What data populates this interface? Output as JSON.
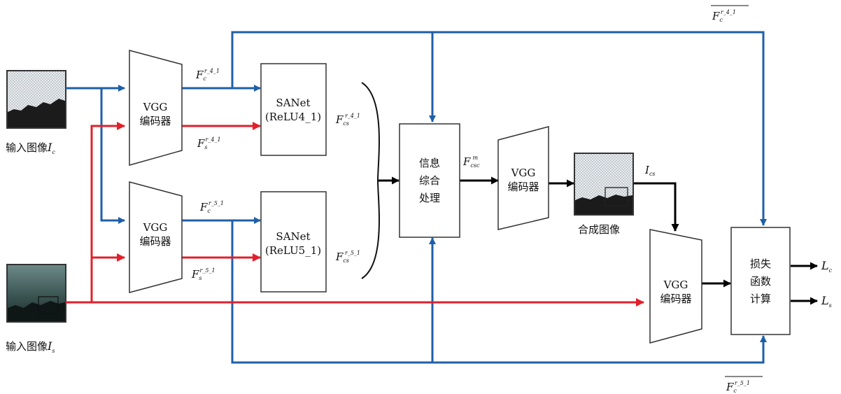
{
  "inputs": {
    "content_label": "输入图像",
    "content_sym": "I",
    "content_sub": "c",
    "style_label": "输入图像",
    "style_sym": "I",
    "style_sub": "s"
  },
  "encoders": {
    "vgg1": [
      "VGG",
      "编码器"
    ],
    "vgg2": [
      "VGG",
      "编码器"
    ],
    "vgg3": [
      "VGG",
      "编码器"
    ],
    "vgg4": [
      "VGG",
      "编码器"
    ]
  },
  "sanet": {
    "top": [
      "SANet",
      "(ReLU4_1)"
    ],
    "bottom": [
      "SANet",
      "(ReLU5_1)"
    ]
  },
  "fusion": [
    "信息",
    "综合",
    "处理"
  ],
  "loss": [
    "损失",
    "函数",
    "计算"
  ],
  "composite_label": "合成图像",
  "features": {
    "fc41": {
      "sym": "F",
      "sub": "c",
      "sup": "r_4_1"
    },
    "fs41": {
      "sym": "F",
      "sub": "s",
      "sup": "r_4_1"
    },
    "fc51": {
      "sym": "F",
      "sub": "c",
      "sup": "r_5_1"
    },
    "fs51": {
      "sym": "F",
      "sub": "s",
      "sup": "r_5_1"
    },
    "fcs41": {
      "sym": "F",
      "sub": "cs",
      "sup": "r_4_1"
    },
    "fcs51": {
      "sym": "F",
      "sub": "cs",
      "sup": "r_5_1"
    },
    "fcsc": {
      "sym": "F",
      "sub": "csc",
      "sup": "m"
    },
    "ics": {
      "sym": "I",
      "sub": "cs"
    },
    "fc41_bar": {
      "sym": "F",
      "sub": "c",
      "sup": "r_4_1"
    },
    "fc51_bar": {
      "sym": "F",
      "sub": "c",
      "sup": "r_5_1"
    }
  },
  "outputs": {
    "lc": {
      "sym": "L",
      "sub": "c"
    },
    "ls": {
      "sym": "L",
      "sub": "s"
    }
  },
  "colors": {
    "content_path": "#1f5fa8",
    "style_path": "#e2202c",
    "main_path": "#000000"
  }
}
